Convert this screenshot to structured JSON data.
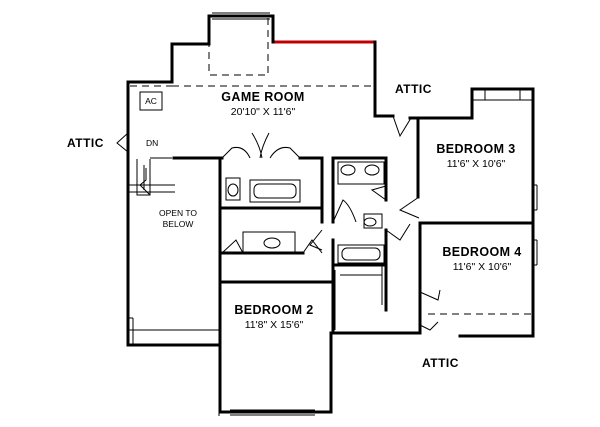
{
  "rooms": [
    {
      "name": "GAME ROOM",
      "dims": "20'10\" X 11'6\""
    },
    {
      "name": "BEDROOM 3",
      "dims": "11'6\" X 10'6\""
    },
    {
      "name": "BEDROOM 4",
      "dims": "11'6\" X 10'6\""
    },
    {
      "name": "BEDROOM 2",
      "dims": "11'8\" X 15'6\""
    }
  ],
  "attic_labels": [
    "ATTIC",
    "ATTIC",
    "ATTIC"
  ],
  "ac_label": "AC",
  "stair_label": "DN",
  "open_line1": "OPEN TO",
  "open_line2": "BELOW",
  "colors": {
    "wall": "#000000",
    "accent_wall": "#c00000",
    "background": "#ffffff"
  }
}
